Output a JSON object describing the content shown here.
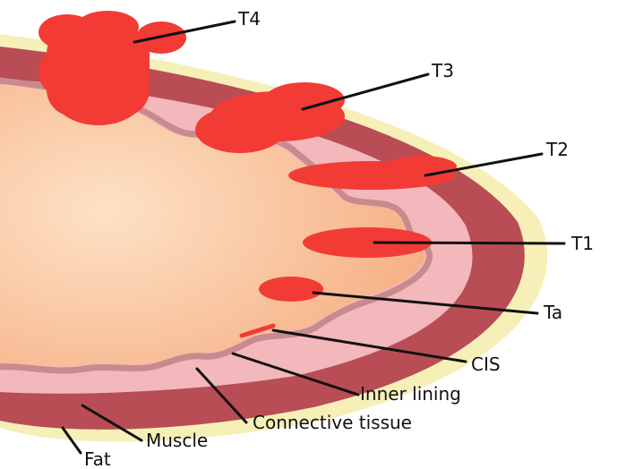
{
  "labels": {
    "t4": "T4",
    "t3": "T3",
    "t2": "T2",
    "t1": "T1",
    "ta": "Ta",
    "cis": "CIS",
    "inner_lining": "Inner lining",
    "connective_tissue": "Connective tissue",
    "muscle": "Muscle",
    "fat": "Fat"
  },
  "colors": {
    "background": "#ffffff",
    "fat": "#f6f0b8",
    "muscle": "#b84d55",
    "connective_tissue": "#f2b8bc",
    "inner_lining": "#c98a8f",
    "lumen": "#f8bb95",
    "tumour": "#f23b34",
    "leader": "#111111"
  }
}
